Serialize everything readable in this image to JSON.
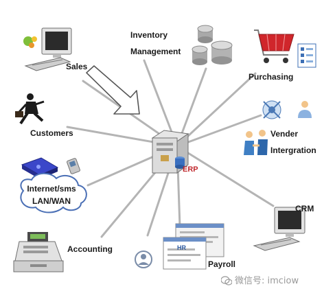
{
  "center": {
    "label": "ERP"
  },
  "nodes": {
    "sales": {
      "label": "Sales"
    },
    "inventory": {
      "line1": "Inventory",
      "line2": "Management"
    },
    "purchasing": {
      "label": "Purchasing"
    },
    "customers": {
      "label": "Customers"
    },
    "vender": {
      "line1": "Vender",
      "line2": "Intergration"
    },
    "internet": {
      "line1": "Internet/sms",
      "line2": "LAN/WAN"
    },
    "crm": {
      "label": "CRM"
    },
    "accounting": {
      "label": "Accounting"
    },
    "payroll": {
      "label": "Payroll",
      "screen_badge": "HR"
    }
  },
  "watermark": {
    "text": "微信号: imciow"
  },
  "colors": {
    "spoke": "#b4b4b4",
    "erp_label": "#c0282d",
    "monitor_body": "#d8d8d8",
    "screen": "#2b2b2b",
    "disk": "#a9a9a9",
    "cart_red": "#d0262b",
    "people_blue": "#3f7fc4",
    "cloud_outline": "#4a6fb5"
  }
}
